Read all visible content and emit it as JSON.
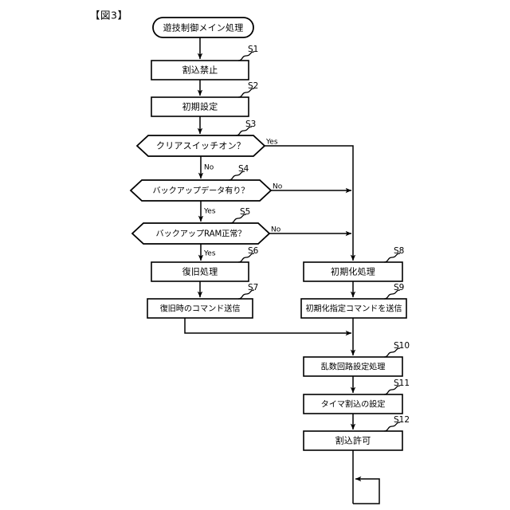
{
  "figure": {
    "caption": "【図3】",
    "title": "遊技制御メイン処理"
  },
  "chart_data": {
    "type": "diagram",
    "diagram_kind": "flowchart",
    "title": "遊技制御メイン処理",
    "caption": "【図3】",
    "nodes": [
      {
        "id": "start",
        "shape": "terminator",
        "label": "遊技制御メイン処理",
        "step": ""
      },
      {
        "id": "s1",
        "shape": "process",
        "label": "割込禁止",
        "step": "S1"
      },
      {
        "id": "s2",
        "shape": "process",
        "label": "初期設定",
        "step": "S2"
      },
      {
        "id": "s3",
        "shape": "decision",
        "label": "クリアスイッチオン？",
        "step": "S3"
      },
      {
        "id": "s4",
        "shape": "decision",
        "label": "バックアップデータ有り？",
        "step": "S4"
      },
      {
        "id": "s5",
        "shape": "decision",
        "label": "バックアップRAM正常？",
        "step": "S5"
      },
      {
        "id": "s6",
        "shape": "process",
        "label": "復旧処理",
        "step": "S6"
      },
      {
        "id": "s7",
        "shape": "process",
        "label": "復旧時のコマンド送信",
        "step": "S7"
      },
      {
        "id": "s8",
        "shape": "process",
        "label": "初期化処理",
        "step": "S8"
      },
      {
        "id": "s9",
        "shape": "process",
        "label": "初期化指定コマンドを送信",
        "step": "S9"
      },
      {
        "id": "s10",
        "shape": "process",
        "label": "乱数回路設定処理",
        "step": "S10"
      },
      {
        "id": "s11",
        "shape": "process",
        "label": "タイマ割込の設定",
        "step": "S11"
      },
      {
        "id": "s12",
        "shape": "process",
        "label": "割込許可",
        "step": "S12"
      }
    ],
    "edges": [
      {
        "from": "start",
        "to": "s1",
        "label": ""
      },
      {
        "from": "s1",
        "to": "s2",
        "label": ""
      },
      {
        "from": "s2",
        "to": "s3",
        "label": ""
      },
      {
        "from": "s3",
        "to": "s4",
        "label": "No"
      },
      {
        "from": "s3",
        "to": "s8",
        "label": "Yes"
      },
      {
        "from": "s4",
        "to": "s5",
        "label": "Yes"
      },
      {
        "from": "s4",
        "to": "s8",
        "label": "No"
      },
      {
        "from": "s5",
        "to": "s6",
        "label": "Yes"
      },
      {
        "from": "s5",
        "to": "s8",
        "label": "No"
      },
      {
        "from": "s6",
        "to": "s7",
        "label": ""
      },
      {
        "from": "s7",
        "to": "s10",
        "label": ""
      },
      {
        "from": "s8",
        "to": "s9",
        "label": ""
      },
      {
        "from": "s9",
        "to": "s10",
        "label": ""
      },
      {
        "from": "s10",
        "to": "s11",
        "label": ""
      },
      {
        "from": "s11",
        "to": "s12",
        "label": ""
      },
      {
        "from": "s12",
        "to": "s12",
        "label": "loop"
      }
    ]
  },
  "labels": {
    "s1": "S1",
    "s2": "S2",
    "s3": "S3",
    "s4": "S4",
    "s5": "S5",
    "s6": "S6",
    "s7": "S7",
    "s8": "S8",
    "s9": "S9",
    "s10": "S10",
    "s11": "S11",
    "s12": "S12"
  },
  "texts": {
    "start": "遊技制御メイン処理",
    "s1": "割込禁止",
    "s2": "初期設定",
    "s3": "クリアスイッチオン？",
    "s4": "バックアップデータ有り？",
    "s5": "バックアップRAM正常？",
    "s6": "復旧処理",
    "s7": "復旧時のコマンド送信",
    "s8": "初期化処理",
    "s9": "初期化指定コマンドを送信",
    "s10": "乱数回路設定処理",
    "s11": "タイマ割込の設定",
    "s12": "割込許可"
  },
  "branches": {
    "s3_yes": "Yes",
    "s3_no": "No",
    "s4_no": "No",
    "s4_yes": "Yes",
    "s5_no": "No",
    "s5_yes": "Yes"
  },
  "colors": {
    "stroke": "#000000",
    "fill": "#ffffff",
    "background": "#ffffff"
  }
}
